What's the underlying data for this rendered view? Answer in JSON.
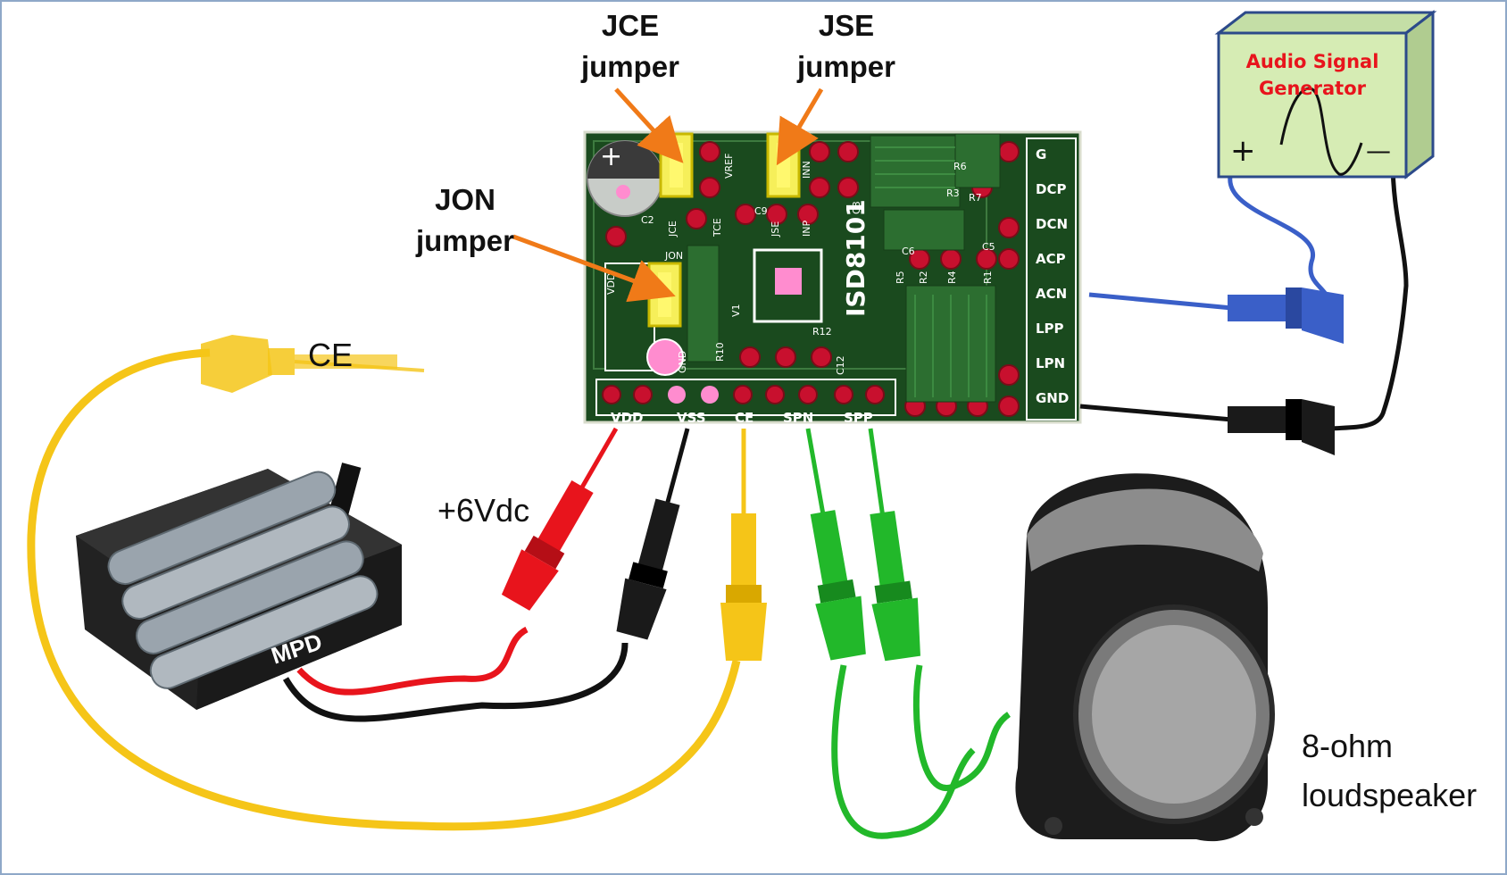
{
  "callouts": {
    "jce": {
      "line1": "JCE",
      "line2": "jumper"
    },
    "jse": {
      "line1": "JSE",
      "line2": "jumper"
    },
    "jon": {
      "line1": "JON",
      "line2": "jumper"
    }
  },
  "board": {
    "chip": "ISD8101",
    "bottom_pins": [
      "VDD",
      "VSS",
      "CE",
      "SPN",
      "SPP"
    ],
    "right_pins": [
      "G",
      "DCP",
      "DCN",
      "ACP",
      "ACN",
      "LPP",
      "LPN",
      "GND"
    ],
    "silkscreen": [
      "VREF",
      "INN",
      "JCE",
      "JSE",
      "INP",
      "TCE",
      "C9",
      "C2",
      "C8",
      "JON",
      "VDD",
      "V1",
      "R10",
      "R12",
      "C12",
      "GND",
      "R6",
      "R3",
      "R7",
      "R5",
      "R2",
      "R4",
      "R1",
      "C5",
      "C6"
    ]
  },
  "generator": {
    "line1": "Audio Signal",
    "line2": "Generator",
    "plus": "+",
    "minus": "—",
    "text_color": "#e8141c",
    "fill": "#d6ecb4"
  },
  "labels": {
    "ce": "CE",
    "supply": "+6Vdc",
    "speaker_line1": "8-ohm",
    "speaker_line2": "loudspeaker",
    "battery": "MPD"
  },
  "wire_colors": {
    "ce": "#f5c518",
    "vdd": "#e8141c",
    "vss": "#111111",
    "spk": "#22b82a",
    "sig": "#3a5fc8",
    "board": "#1a4a1e",
    "pad": "#c8102e",
    "jumper": "#f6ef5a"
  }
}
